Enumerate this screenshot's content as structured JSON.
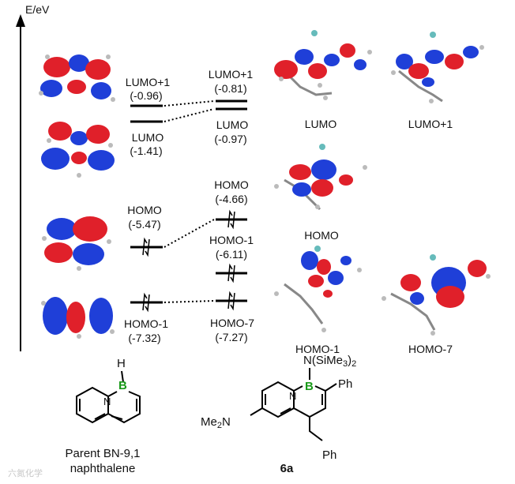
{
  "axis": {
    "label": "E/eV"
  },
  "parent": {
    "levels": [
      {
        "name": "LUMO+1",
        "energy": "(-0.96)",
        "electrons": 0
      },
      {
        "name": "LUMO",
        "energy": "(-1.41)",
        "electrons": 0
      },
      {
        "name": "HOMO",
        "energy": "(-5.47)",
        "electrons": 2
      },
      {
        "name": "HOMO-1",
        "energy": "(-7.32)",
        "electrons": 2
      }
    ],
    "compound_name_line1": "Parent BN-9,1",
    "compound_name_line2": "naphthalene",
    "structure": {
      "H": "H",
      "B": "B",
      "N": "N"
    }
  },
  "compound6a": {
    "levels": [
      {
        "name": "LUMO+1",
        "energy": "(-0.81)",
        "electrons": 0
      },
      {
        "name": "LUMO",
        "energy": "(-0.97)",
        "electrons": 0
      },
      {
        "name": "HOMO",
        "energy": "(-4.66)",
        "electrons": 2
      },
      {
        "name": "HOMO-1",
        "energy": "(-6.11)",
        "electrons": 2
      },
      {
        "name": "HOMO-7",
        "energy": "(-7.27)",
        "electrons": 2
      }
    ],
    "label": "6a",
    "structure": {
      "amine_prefix": "N(SiMe",
      "amine_sub": "3",
      "amine_close": ")",
      "amine_sub2": "2",
      "B": "B",
      "N": "N",
      "Ph_top": "Ph",
      "Ph_bottom": "Ph",
      "Me2N_prefix": "Me",
      "Me2N_sub": "2",
      "Me2N_suffix": "N"
    }
  },
  "orbital_captions": {
    "lumo": "LUMO",
    "lumo_plus_1": "LUMO+1",
    "homo": "HOMO",
    "homo_minus_1": "HOMO-1",
    "homo_minus_7": "HOMO-7"
  },
  "watermark": "六氮化学",
  "colors": {
    "lobe_red": "#e0202a",
    "lobe_blue": "#1f3fd8",
    "boron_green": "#1a9a1a",
    "level_black": "#000000"
  }
}
